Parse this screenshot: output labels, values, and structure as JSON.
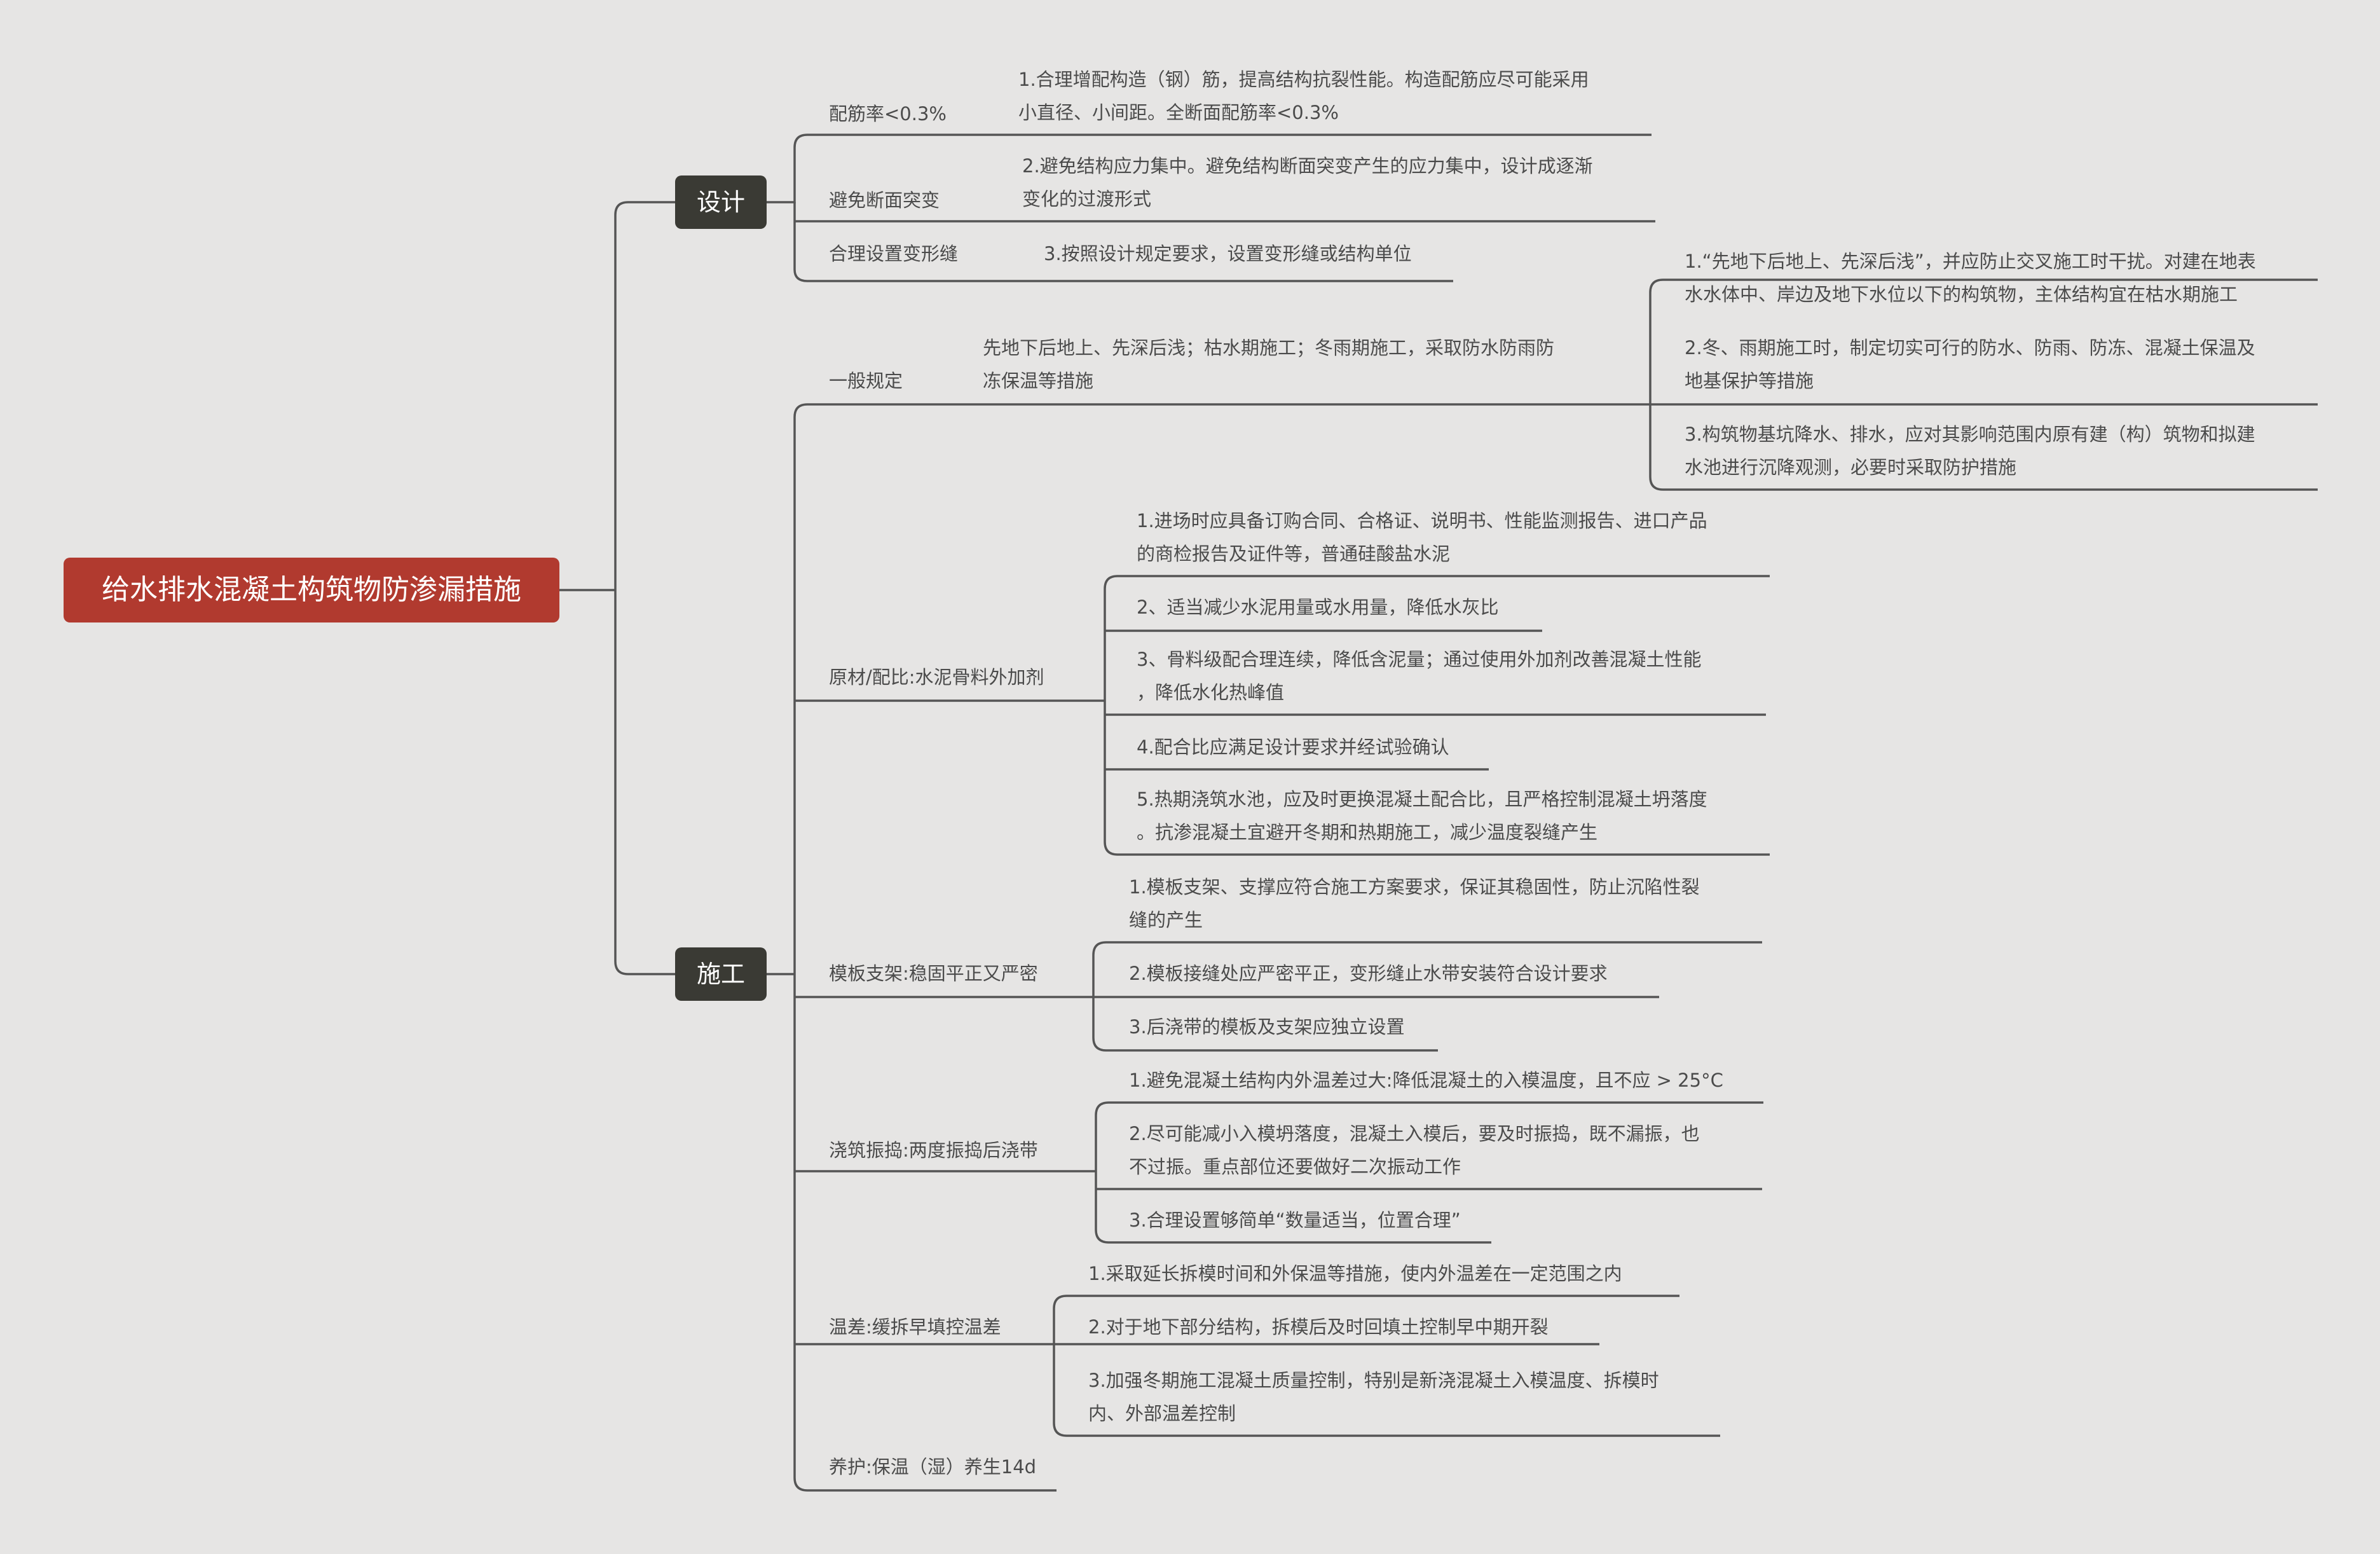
{
  "root": {
    "label": "给水排水混凝土构筑物防渗漏措施"
  },
  "design": {
    "label": "设计",
    "items": [
      {
        "label": "配筋率<0.3%",
        "note_lines": [
          "1.合理增配构造（钢）筋，提高结构抗裂性能。构造配筋应尽可能采用",
          "小直径、小间距。全断面配筋率<0.3%"
        ]
      },
      {
        "label": "避免断面突变",
        "note_lines": [
          "2.避免结构应力集中。避免结构断面突变产生的应力集中，设计成逐渐",
          "变化的过渡形式"
        ]
      },
      {
        "label": "合理设置变形缝",
        "note_lines": [
          "3.按照设计规定要求，设置变形缝或结构单位"
        ]
      }
    ]
  },
  "construction": {
    "label": "施工",
    "general": {
      "label": "一般规定",
      "summary_lines": [
        "先地下后地上、先深后浅；枯水期施工；冬雨期施工，采取防水防雨防",
        "冻保温等措施"
      ],
      "items": [
        [
          "1.“先地下后地上、先深后浅”，并应防止交叉施工时干扰。对建在地表",
          "水水体中、岸边及地下水位以下的构筑物，主体结构宜在枯水期施工"
        ],
        [
          "2.冬、雨期施工时，制定切实可行的防水、防雨、防冻、混凝土保温及",
          "地基保护等措施"
        ],
        [
          "3.构筑物基坑降水、排水，应对其影响范围内原有建（构）筑物和拟建",
          "水池进行沉降观测，必要时采取防护措施"
        ]
      ]
    },
    "materials": {
      "label": "原材/配比:水泥骨料外加剂",
      "items": [
        [
          "1.进场时应具备订购合同、合格证、说明书、性能监测报告、进口产品",
          "的商检报告及证件等，普通硅酸盐水泥"
        ],
        [
          "2、适当减少水泥用量或水用量，降低水灰比"
        ],
        [
          "3、骨料级配合理连续，降低含泥量；通过使用外加剂改善混凝土性能",
          "，降低水化热峰值"
        ],
        [
          "4.配合比应满足设计要求并经试验确认"
        ],
        [
          "5.热期浇筑水池，应及时更换混凝土配合比，且严格控制混凝土坍落度",
          "。抗渗混凝土宜避开冬期和热期施工，减少温度裂缝产生"
        ]
      ]
    },
    "formwork": {
      "label": "模板支架:稳固平正又严密",
      "items": [
        [
          "1.模板支架、支撑应符合施工方案要求，保证其稳固性，防止沉陷性裂",
          "缝的产生"
        ],
        [
          "2.模板接缝处应严密平正，变形缝止水带安装符合设计要求"
        ],
        [
          "3.后浇带的模板及支架应独立设置"
        ]
      ]
    },
    "pouring": {
      "label": "浇筑振捣:两度振捣后浇带",
      "items": [
        [
          "1.避免混凝土结构内外温差过大:降低混凝土的入模温度，且不应 > 25°C"
        ],
        [
          "2.尽可能减小入模坍落度，混凝土入模后，要及时振捣，既不漏振，也",
          "不过振。重点部位还要做好二次振动工作"
        ],
        [
          "3.合理设置够简单“数量适当，位置合理”"
        ]
      ]
    },
    "temperature": {
      "label": "温差:缓拆早填控温差",
      "items": [
        [
          "1.采取延长拆模时间和外保温等措施，使内外温差在一定范围之内"
        ],
        [
          "2.对于地下部分结构，拆模后及时回填土控制早中期开裂"
        ],
        [
          "3.加强冬期施工混凝土质量控制，特别是新浇混凝土入模温度、拆模时",
          "内、外部温差控制"
        ]
      ]
    },
    "curing": {
      "label": "养护:保温（湿）养生14d"
    }
  }
}
